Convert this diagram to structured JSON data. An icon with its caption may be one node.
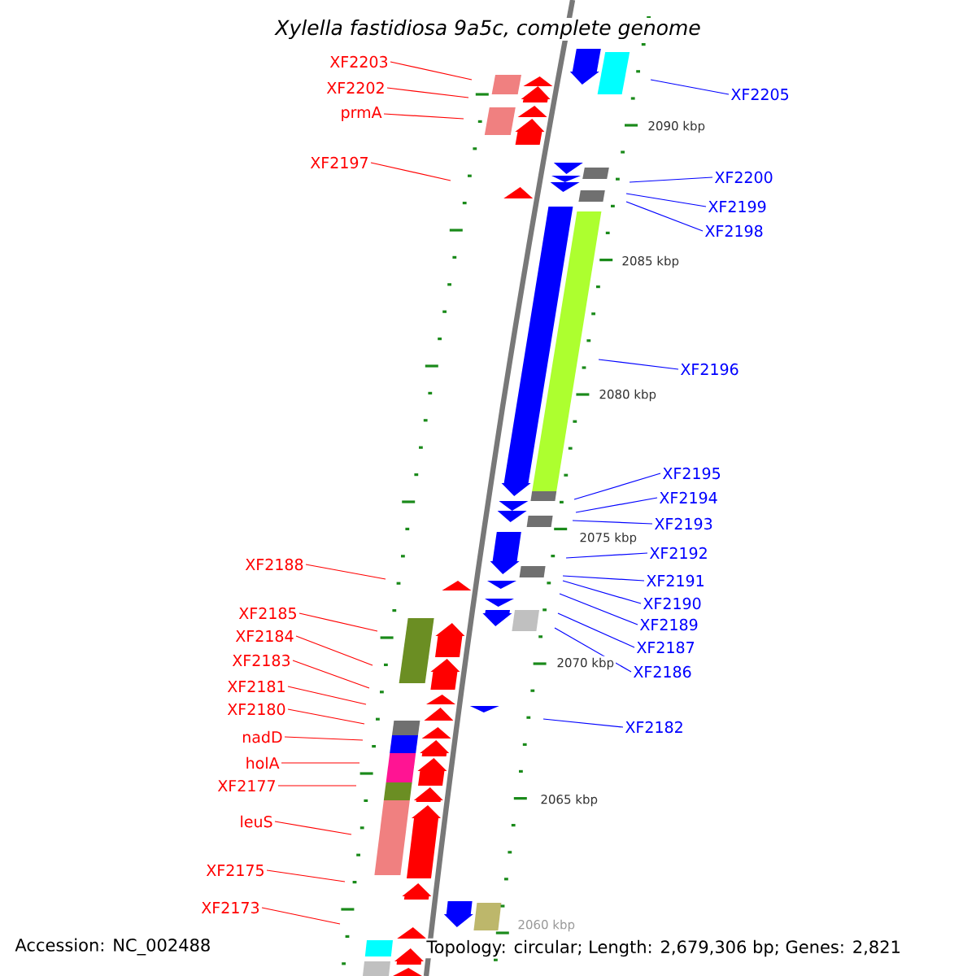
{
  "diagram": {
    "title": "Xylella fastidiosa 9a5c, complete genome",
    "nodes": [
      {
        "text": [
          "XF2203"
        ]
      },
      {
        "text": [
          "XF2202"
        ]
      },
      {
        "text": [
          "XF2205"
        ]
      },
      {
        "text": [
          "prmA"
        ]
      },
      {
        "text": [
          "XF2197"
        ]
      },
      {
        "text": [
          "XF2200"
        ]
      },
      {
        "text": [
          "XF2199"
        ]
      },
      {
        "text": [
          "XF2198"
        ]
      },
      {
        "text": [
          "XF2196"
        ]
      },
      {
        "text": [
          "XF2195"
        ]
      },
      {
        "text": [
          "XF2194"
        ]
      },
      {
        "text": [
          "XF2193"
        ]
      },
      {
        "text": [
          "XF2192"
        ]
      },
      {
        "text": [
          "XF2188"
        ]
      },
      {
        "text": [
          "XF2191"
        ]
      },
      {
        "text": [
          "XF2190"
        ]
      },
      {
        "text": [
          "XF2185"
        ]
      },
      {
        "text": [
          "XF2189"
        ]
      },
      {
        "text": [
          "XF2184"
        ]
      },
      {
        "text": [
          "XF2187"
        ]
      },
      {
        "text": [
          "XF2183"
        ]
      },
      {
        "text": [
          "XF2186"
        ]
      },
      {
        "text": [
          "XF2181"
        ]
      },
      {
        "text": [
          "XF2180"
        ]
      },
      {
        "text": [
          "XF2182"
        ]
      },
      {
        "text": [
          "nadD"
        ]
      },
      {
        "text": [
          "holA"
        ]
      },
      {
        "text": [
          "XF2177"
        ]
      },
      {
        "text": [
          "leuS"
        ]
      },
      {
        "text": [
          "XF2175"
        ]
      },
      {
        "text": [
          "XF2173"
        ]
      }
    ],
    "edges": [
      {
        "from": 0,
        "to": null,
        "arrow": "none",
        "color": "#ff0000"
      },
      {
        "from": 1,
        "to": null,
        "arrow": "none",
        "color": "#ff0000"
      },
      {
        "from": 2,
        "to": null,
        "arrow": "none",
        "color": "#0000ff"
      },
      {
        "from": 3,
        "to": null,
        "arrow": "none",
        "color": "#ff0000"
      },
      {
        "from": 4,
        "to": null,
        "arrow": "none",
        "color": "#ff0000"
      },
      {
        "from": 5,
        "to": null,
        "arrow": "none",
        "color": "#0000ff"
      },
      {
        "from": 6,
        "to": null,
        "arrow": "none",
        "color": "#0000ff"
      },
      {
        "from": 7,
        "to": null,
        "arrow": "none",
        "color": "#0000ff"
      },
      {
        "from": 8,
        "to": null,
        "arrow": "none",
        "color": "#0000ff"
      },
      {
        "from": 9,
        "to": null,
        "arrow": "none",
        "color": "#0000ff"
      },
      {
        "from": 10,
        "to": null,
        "arrow": "none",
        "color": "#0000ff"
      },
      {
        "from": 11,
        "to": null,
        "arrow": "none",
        "color": "#0000ff"
      },
      {
        "from": 12,
        "to": null,
        "arrow": "none",
        "color": "#0000ff"
      },
      {
        "from": 13,
        "to": null,
        "arrow": "none",
        "color": "#ff0000"
      },
      {
        "from": 14,
        "to": null,
        "arrow": "none",
        "color": "#0000ff"
      },
      {
        "from": 15,
        "to": null,
        "arrow": "none",
        "color": "#0000ff"
      },
      {
        "from": 16,
        "to": null,
        "arrow": "none",
        "color": "#ff0000"
      },
      {
        "from": 17,
        "to": null,
        "arrow": "none",
        "color": "#0000ff"
      },
      {
        "from": 18,
        "to": null,
        "arrow": "none",
        "color": "#ff0000"
      },
      {
        "from": 19,
        "to": null,
        "arrow": "none",
        "color": "#0000ff"
      },
      {
        "from": 20,
        "to": null,
        "arrow": "none",
        "color": "#ff0000"
      },
      {
        "from": 21,
        "to": null,
        "arrow": "none",
        "color": "#0000ff"
      },
      {
        "from": 22,
        "to": null,
        "arrow": "none",
        "color": "#ff0000"
      },
      {
        "from": 23,
        "to": null,
        "arrow": "none",
        "color": "#ff0000"
      },
      {
        "from": 24,
        "to": null,
        "arrow": "none",
        "color": "#0000ff"
      },
      {
        "from": 25,
        "to": null,
        "arrow": "none",
        "color": "#ff0000"
      },
      {
        "from": 26,
        "to": null,
        "arrow": "none",
        "color": "#ff0000"
      },
      {
        "from": 27,
        "to": null,
        "arrow": "none",
        "color": "#ff0000"
      },
      {
        "from": 28,
        "to": null,
        "arrow": "none",
        "color": "#ff0000"
      },
      {
        "from": 29,
        "to": null,
        "arrow": "none",
        "color": "#ff0000"
      },
      {
        "from": 30,
        "to": null,
        "arrow": "none",
        "color": "#ff0000"
      }
    ],
    "labels": [
      "2090 kbp",
      "2085 kbp",
      "2080 kbp",
      "2075 kbp",
      "2070 kbp",
      "2065 kbp",
      "2060 kbp",
      "Accession: NC_002488",
      "Topology: circular; Length: 2,679,306 bp; Genes: 2,821"
    ]
  }
}
